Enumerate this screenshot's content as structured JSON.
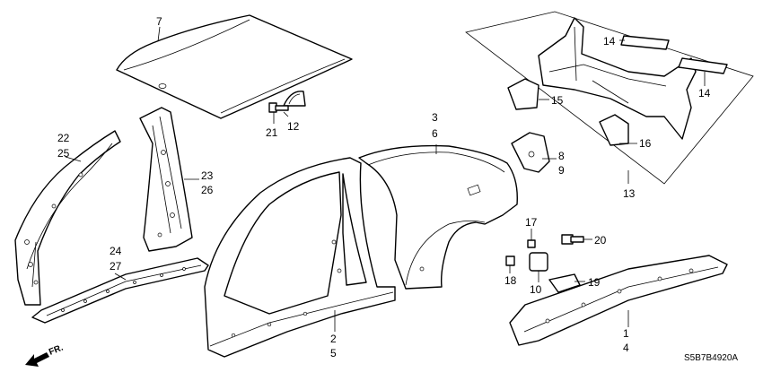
{
  "diagram_code": "S5B7B4920A",
  "direction_label": "FR.",
  "callouts": {
    "c1": "1",
    "c2": "2",
    "c3": "3",
    "c4": "4",
    "c5": "5",
    "c6": "6",
    "c7": "7",
    "c8": "8",
    "c9": "9",
    "c10": "10",
    "c12": "12",
    "c13": "13",
    "c14a": "14",
    "c14b": "14",
    "c15": "15",
    "c16": "16",
    "c17": "17",
    "c18": "18",
    "c19": "19",
    "c20": "20",
    "c21": "21",
    "c22": "22",
    "c23": "23",
    "c24": "24",
    "c25": "25",
    "c26": "26",
    "c27": "27"
  },
  "icons": {
    "direction": "front-direction-arrow-icon"
  }
}
